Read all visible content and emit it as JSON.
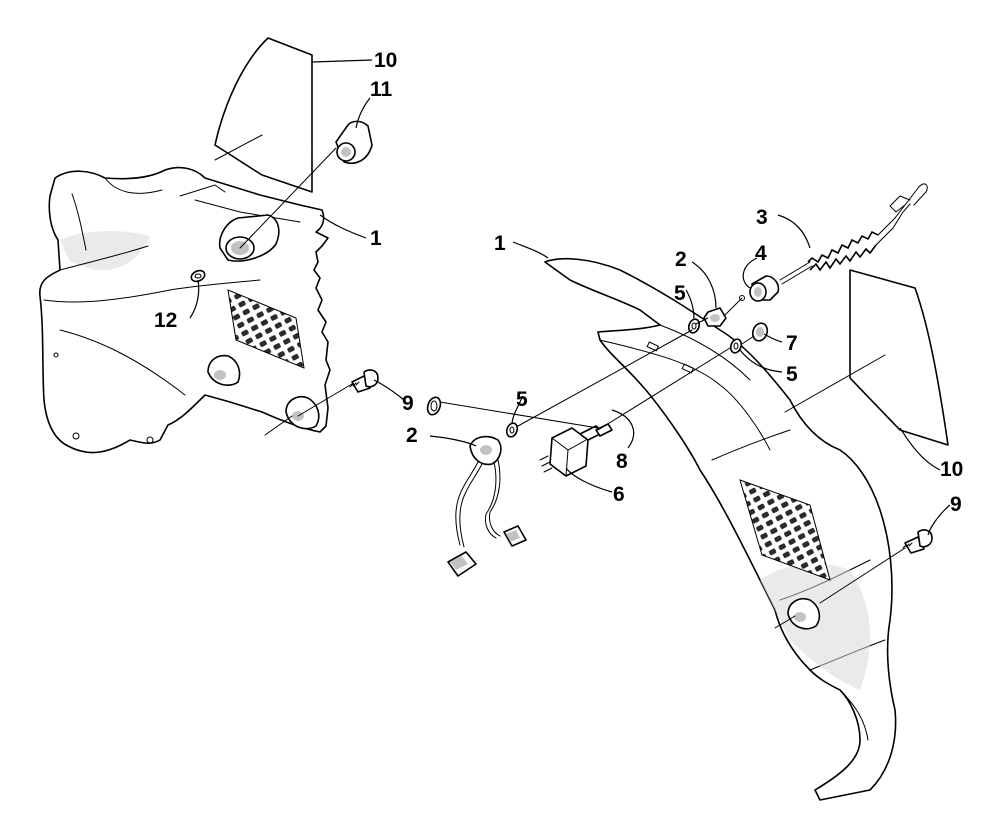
{
  "callouts": {
    "c10_top": "10",
    "c11": "11",
    "c1_left": "1",
    "c12": "12",
    "c9_left": "9",
    "c1_right": "1",
    "c2_top": "2",
    "c3": "3",
    "c4": "4",
    "c5_top": "5",
    "c7": "7",
    "c5_right": "5",
    "c5_mid": "5",
    "c2_harness": "2",
    "c8": "8",
    "c6": "6",
    "c10_right": "10",
    "c9_right": "9"
  }
}
